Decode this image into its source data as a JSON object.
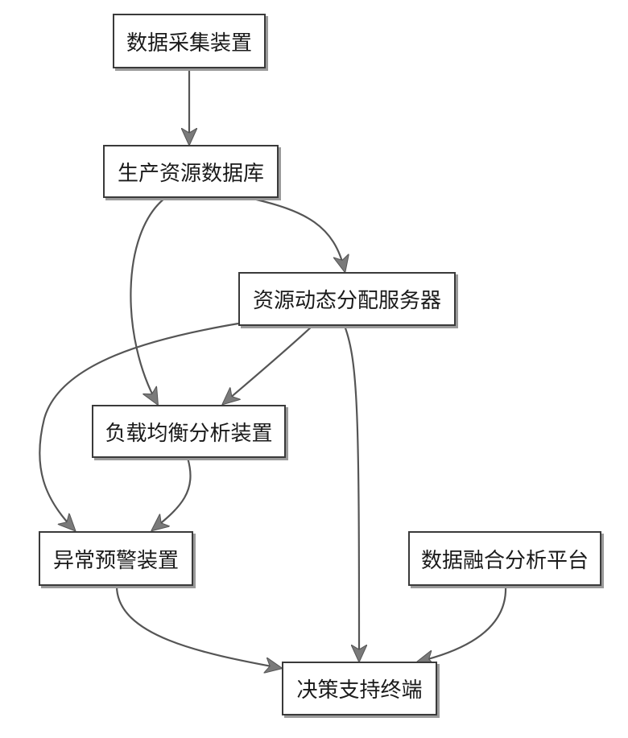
{
  "nodes": {
    "collect": "数据采集装置",
    "db": "生产资源数据库",
    "server": "资源动态分配服务器",
    "balance": "负载均衡分析装置",
    "alarm": "异常预警装置",
    "fusion": "数据融合分析平台",
    "terminal": "决策支持终端"
  },
  "edges": [
    {
      "from": "collect",
      "to": "db"
    },
    {
      "from": "db",
      "to": "server"
    },
    {
      "from": "db",
      "to": "balance"
    },
    {
      "from": "server",
      "to": "balance"
    },
    {
      "from": "server",
      "to": "alarm"
    },
    {
      "from": "server",
      "to": "terminal"
    },
    {
      "from": "balance",
      "to": "alarm"
    },
    {
      "from": "alarm",
      "to": "terminal"
    },
    {
      "from": "fusion",
      "to": "terminal"
    }
  ],
  "colors": {
    "stroke": "#555555",
    "arrowhead": "#7a7a7a",
    "border": "#3a3a3a"
  }
}
